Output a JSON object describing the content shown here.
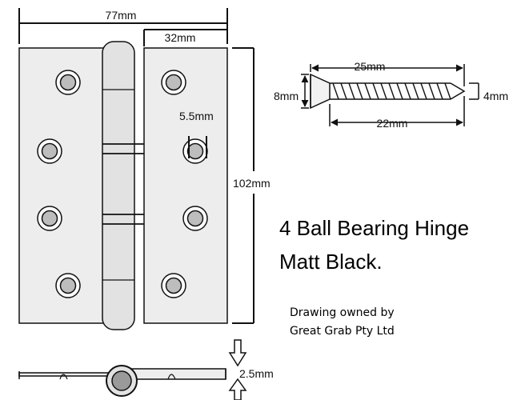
{
  "dimensions": {
    "overall_width": "77mm",
    "leaf_width": "32mm",
    "hole_size": "5.5mm",
    "height": "102mm",
    "thickness": "2.5mm"
  },
  "screw": {
    "length_total": "25mm",
    "head_diameter": "8mm",
    "thread_length": "22mm",
    "shank_diameter": "4mm"
  },
  "description": {
    "line1": "4 Ball Bearing Hinge",
    "line2": "Matt Black."
  },
  "ownership": {
    "line1": "Drawing owned by",
    "line2": "Great Grab Pty Ltd"
  },
  "colors": {
    "line": "#111111",
    "hinge_fill": "#ededed",
    "knuckle_fill": "#e2e2e2",
    "hole_fill": "#bdbdbd",
    "pin_fill": "#9a9a9a"
  }
}
